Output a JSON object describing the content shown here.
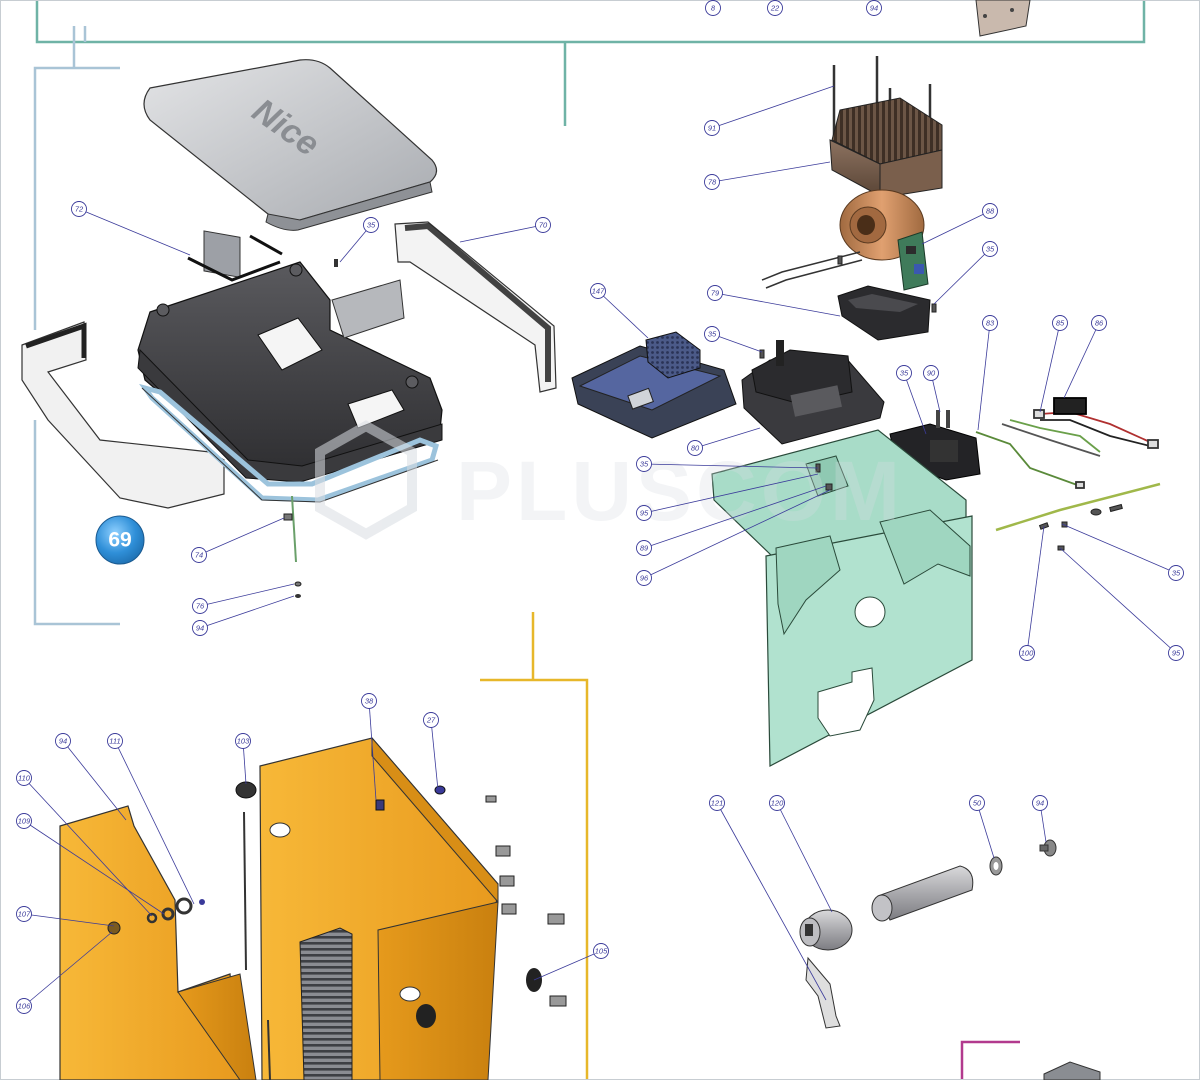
{
  "diagram": {
    "brand_logo": "Nice",
    "watermark": "PLUSCOM",
    "group_badge": "69",
    "colors": {
      "frame_teal": "#6fb3a6",
      "frame_blue": "#a9c4d6",
      "frame_yellow": "#e7b72a",
      "frame_magenta": "#b23a8e",
      "callout": "#3b3b9a",
      "yellow_column": "#f2ad2c",
      "green_plate": "#a8dcc8",
      "dark_housing": "#4a4a4e",
      "motor_copper": "#c48858",
      "badge_blue": "#2f8fd8"
    },
    "callouts": [
      {
        "id": "c-8",
        "label": "8"
      },
      {
        "id": "c-22",
        "label": "22"
      },
      {
        "id": "c-94-top",
        "label": "94"
      },
      {
        "id": "c-72",
        "label": "72"
      },
      {
        "id": "c-35-a",
        "label": "35"
      },
      {
        "id": "c-70",
        "label": "70"
      },
      {
        "id": "c-74",
        "label": "74"
      },
      {
        "id": "c-76",
        "label": "76"
      },
      {
        "id": "c-94-a",
        "label": "94"
      },
      {
        "id": "c-91",
        "label": "91"
      },
      {
        "id": "c-78",
        "label": "78"
      },
      {
        "id": "c-88",
        "label": "88"
      },
      {
        "id": "c-35-b",
        "label": "35"
      },
      {
        "id": "c-79",
        "label": "79"
      },
      {
        "id": "c-147",
        "label": "147"
      },
      {
        "id": "c-35-c",
        "label": "35"
      },
      {
        "id": "c-83",
        "label": "83"
      },
      {
        "id": "c-85",
        "label": "85"
      },
      {
        "id": "c-86",
        "label": "86"
      },
      {
        "id": "c-35-d",
        "label": "35"
      },
      {
        "id": "c-90",
        "label": "90"
      },
      {
        "id": "c-80",
        "label": "80"
      },
      {
        "id": "c-35-e",
        "label": "35"
      },
      {
        "id": "c-95-a",
        "label": "95"
      },
      {
        "id": "c-89",
        "label": "89"
      },
      {
        "id": "c-96",
        "label": "96"
      },
      {
        "id": "c-35-f",
        "label": "35"
      },
      {
        "id": "c-100",
        "label": "100"
      },
      {
        "id": "c-95-b",
        "label": "95"
      },
      {
        "id": "c-38",
        "label": "38"
      },
      {
        "id": "c-27",
        "label": "27"
      },
      {
        "id": "c-94-b",
        "label": "94"
      },
      {
        "id": "c-111",
        "label": "111"
      },
      {
        "id": "c-103",
        "label": "103"
      },
      {
        "id": "c-110",
        "label": "110"
      },
      {
        "id": "c-109",
        "label": "109"
      },
      {
        "id": "c-107",
        "label": "107"
      },
      {
        "id": "c-106",
        "label": "106"
      },
      {
        "id": "c-105",
        "label": "105"
      },
      {
        "id": "c-121",
        "label": "121"
      },
      {
        "id": "c-120",
        "label": "120"
      },
      {
        "id": "c-50",
        "label": "50"
      },
      {
        "id": "c-94-c",
        "label": "94"
      }
    ]
  }
}
